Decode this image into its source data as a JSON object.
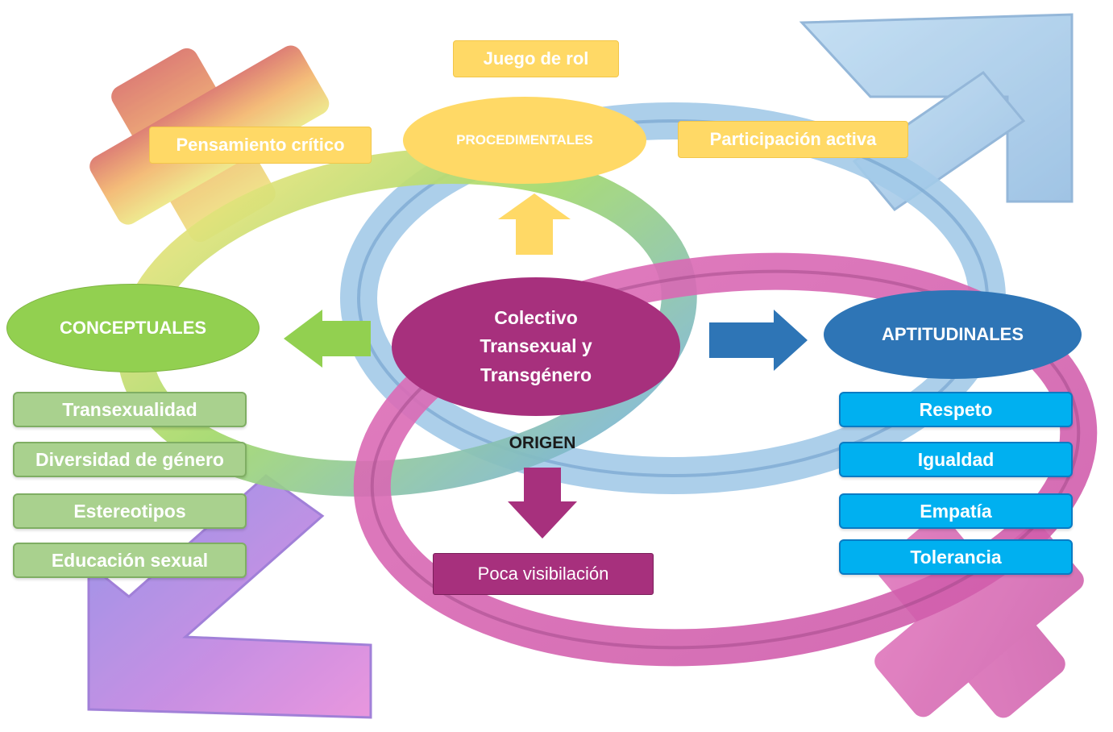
{
  "center": {
    "line1": "Colectivo",
    "line2": "Transexual y",
    "line3": "Transgénero"
  },
  "procedimentales": {
    "title": "PROCEDIMENTALES",
    "items": [
      "Juego de rol",
      "Pensamiento crítico",
      "Participación activa"
    ]
  },
  "conceptuales": {
    "title": "CONCEPTUALES",
    "items": [
      "Transexualidad",
      "Diversidad de género",
      "Estereotipos",
      "Educación sexual"
    ]
  },
  "aptitudinales": {
    "title": "APTITUDINALES",
    "items": [
      "Respeto",
      "Igualdad",
      "Empatía",
      "Tolerancia"
    ]
  },
  "origen": {
    "label": "ORIGEN",
    "item": "Poca visibilación"
  },
  "colors": {
    "yellow": "#ffd966",
    "green": "#92d050",
    "light_green": "#a9d18e",
    "dark_blue": "#2e75b6",
    "cyan": "#00b0f0",
    "magenta": "#a7307d"
  }
}
